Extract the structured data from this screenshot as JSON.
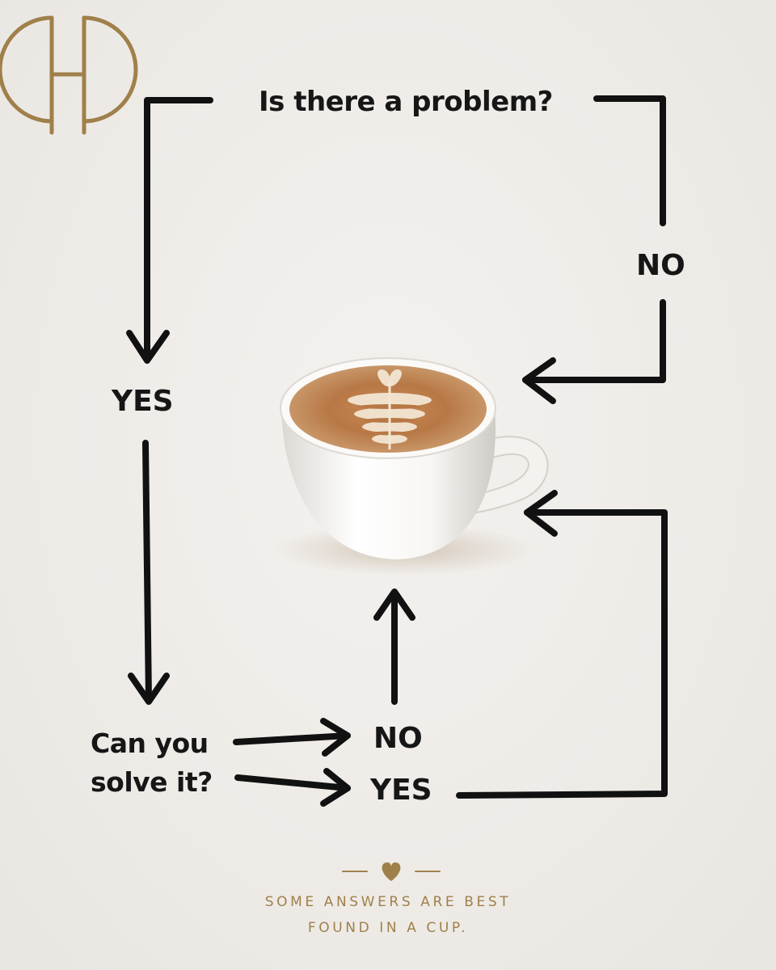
{
  "diagram": {
    "question_1": "Is there a problem?",
    "answer_no_right": "NO",
    "answer_yes_left": "YES",
    "question_2_line_1": "Can you",
    "question_2_line_2": "solve it?",
    "answer_no_bottom": "NO",
    "answer_yes_bottom": "YES"
  },
  "footer": {
    "tagline_line_1": "SOME ANSWERS ARE BEST",
    "tagline_line_2": "FOUND IN A CUP.",
    "divider_icon": "heart-icon"
  },
  "brand": {
    "logo_icon": "gh-monogram-logo",
    "logo_color": "#a0804a"
  },
  "central_image": {
    "icon": "latte-cup-icon"
  },
  "colors": {
    "background": "#eeebe7",
    "text": "#161616",
    "arrow": "#111111",
    "accent": "#a0804a"
  }
}
